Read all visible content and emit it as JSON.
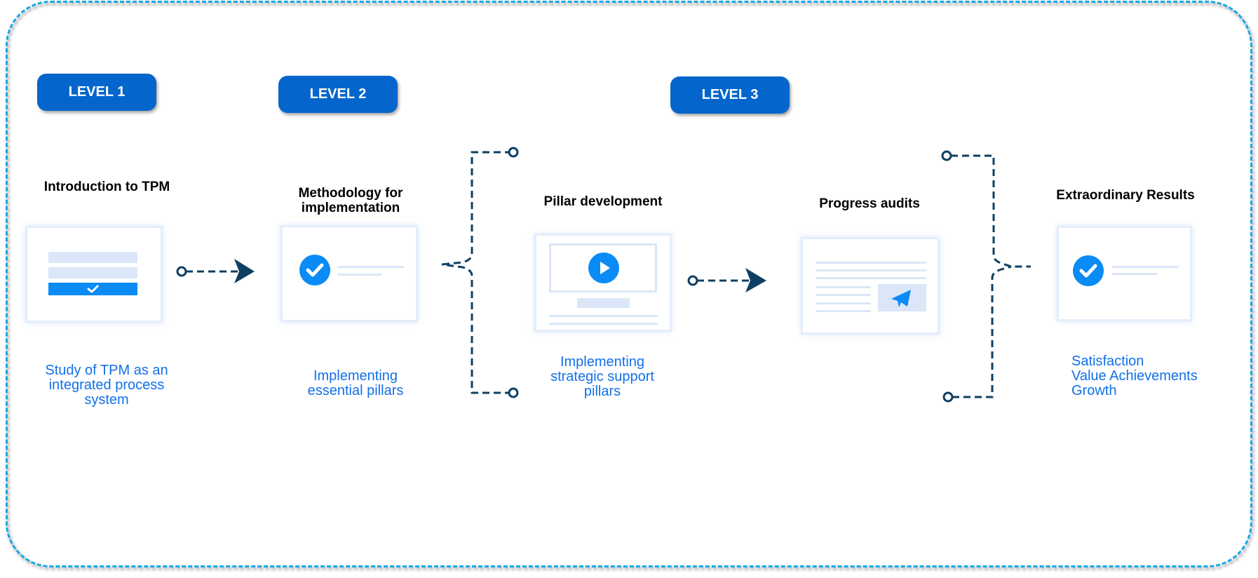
{
  "diagram": {
    "levels": [
      {
        "label": "LEVEL 1"
      },
      {
        "label": "LEVEL 2"
      },
      {
        "label": "LEVEL 3"
      }
    ],
    "stages": [
      {
        "title": "Introduction to TPM",
        "description": [
          "Study of TPM as an",
          "integrated process",
          "system"
        ],
        "icon": "form-check-icon"
      },
      {
        "title": [
          "Methodology for",
          "implementation"
        ],
        "description": [
          "Implementing",
          "essential pillars"
        ],
        "icon": "check-circle-icon"
      },
      {
        "title": "Pillar development",
        "description": [
          "Implementing",
          "strategic support",
          "pillars"
        ],
        "icon": "video-play-icon"
      },
      {
        "title": "Progress audits",
        "description": [],
        "icon": "send-document-icon"
      },
      {
        "title": "Extraordinary Results",
        "description": [
          "Satisfaction",
          "Value Achievements",
          "Growth"
        ],
        "icon": "check-circle-icon"
      }
    ],
    "colors": {
      "frame": "#16a8e8",
      "level_button": "#0466cc",
      "connector": "#0e3f61",
      "description_text": "#1270ea",
      "icon_accent": "#0a8bf5",
      "placeholder": "#dbe7f8"
    }
  }
}
